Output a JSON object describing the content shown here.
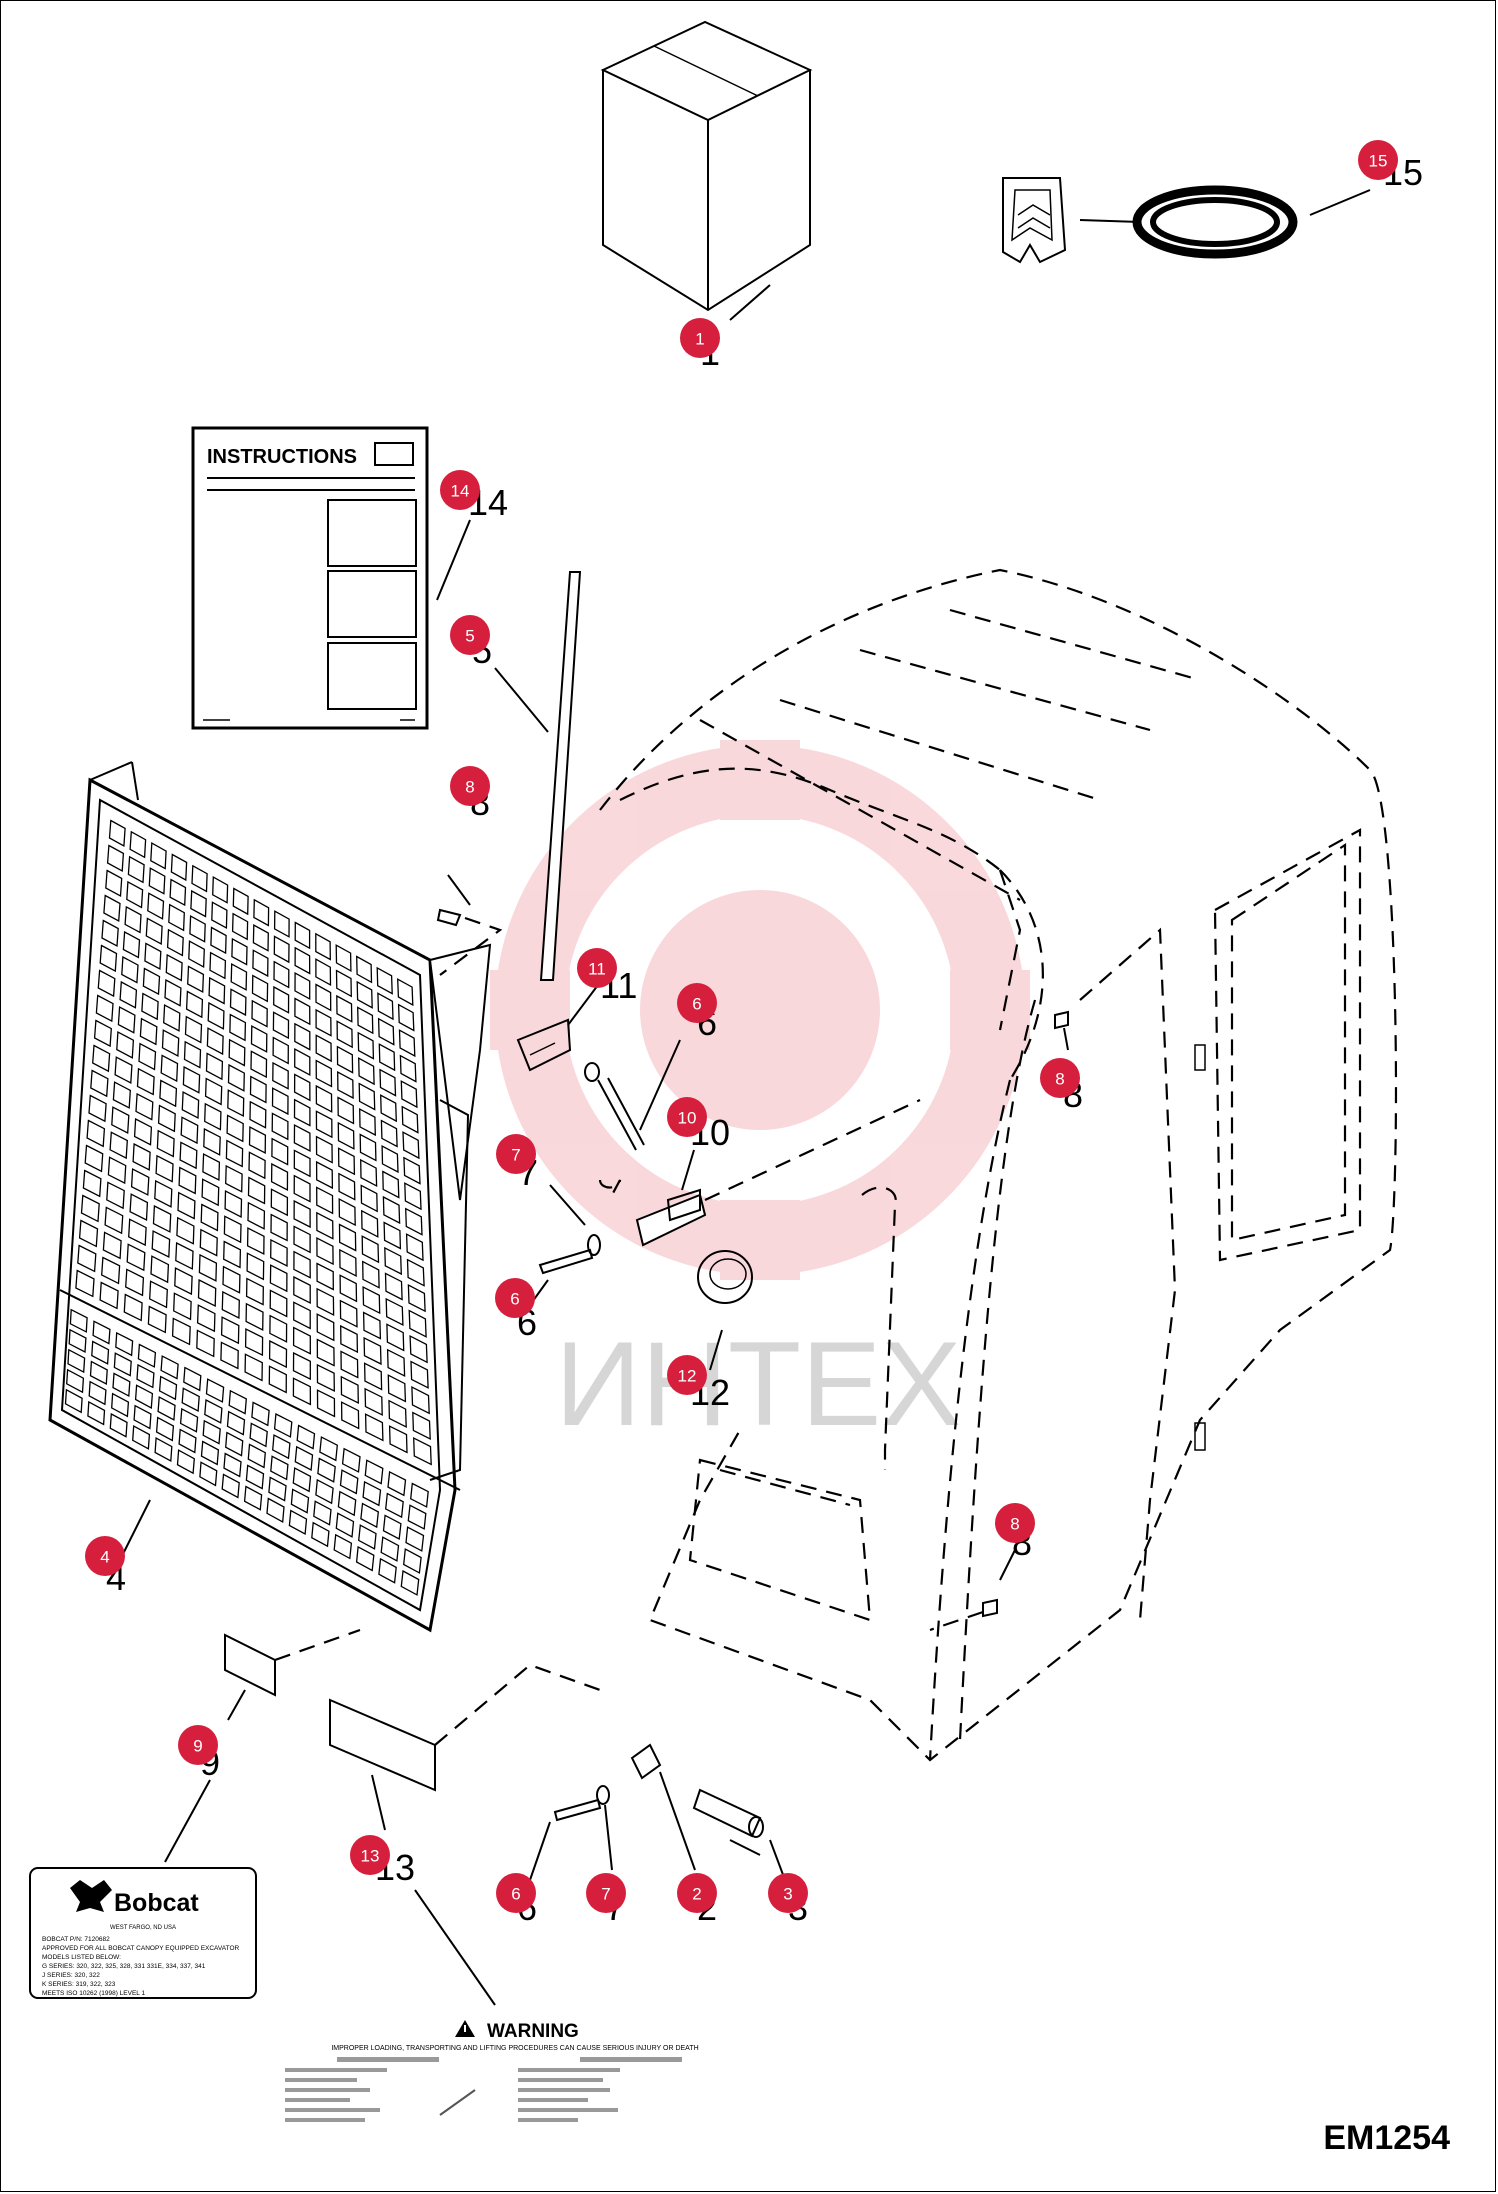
{
  "doc_code": "EM1254",
  "watermark": "ИНТЕХ",
  "instructions_sheet": {
    "title": "INSTRUCTIONS"
  },
  "bobcat_decal": {
    "brand": "Bobcat",
    "location": "WEST FARGO, ND USA",
    "lines": [
      "BOBCAT P/N: 7120682",
      "APPROVED FOR ALL BOBCAT CANOPY EQUIPPED EXCAVATOR",
      "MODELS LISTED BELOW:",
      "G SERIES: 320, 322, 325, 328, 331 331E, 334, 337, 341",
      "J SERIES: 320, 322",
      "K SERIES: 319, 322, 323",
      "MEETS ISO 10262 (1998) LEVEL 1"
    ]
  },
  "warning_decal": {
    "title": "WARNING",
    "subtitle": "IMPROPER LOADING, TRANSPORTING AND LIFTING PROCEDURES CAN CAUSE SERIOUS INJURY OR DEATH"
  },
  "callouts": [
    {
      "label": "1"
    },
    {
      "label": "15"
    },
    {
      "label": "14"
    },
    {
      "label": "5"
    },
    {
      "label": "8"
    },
    {
      "label": "11"
    },
    {
      "label": "6"
    },
    {
      "label": "10"
    },
    {
      "label": "7"
    },
    {
      "label": "6"
    },
    {
      "label": "8"
    },
    {
      "label": "12"
    },
    {
      "label": "4"
    },
    {
      "label": "8"
    },
    {
      "label": "9"
    },
    {
      "label": "13"
    },
    {
      "label": "6"
    },
    {
      "label": "7"
    },
    {
      "label": "2"
    },
    {
      "label": "3"
    }
  ]
}
